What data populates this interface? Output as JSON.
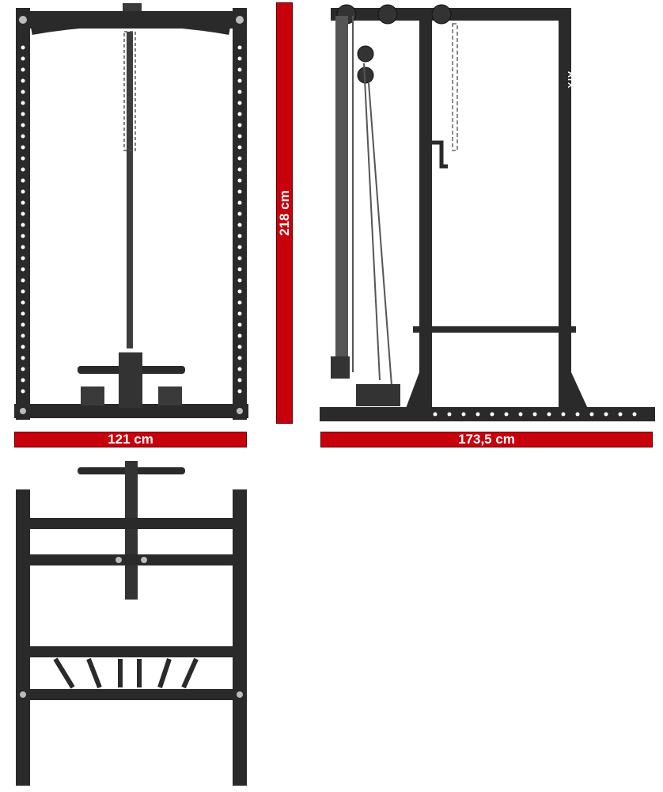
{
  "dimensions": {
    "front_width": "121 cm",
    "height": "218 cm",
    "side_depth": "173,5 cm"
  },
  "brand": "ATX",
  "colors": {
    "frame": "#2a2a2a",
    "frame_edge": "#111111",
    "dimension_bar": "#c8000c",
    "bolt": "#bcbcbc"
  }
}
